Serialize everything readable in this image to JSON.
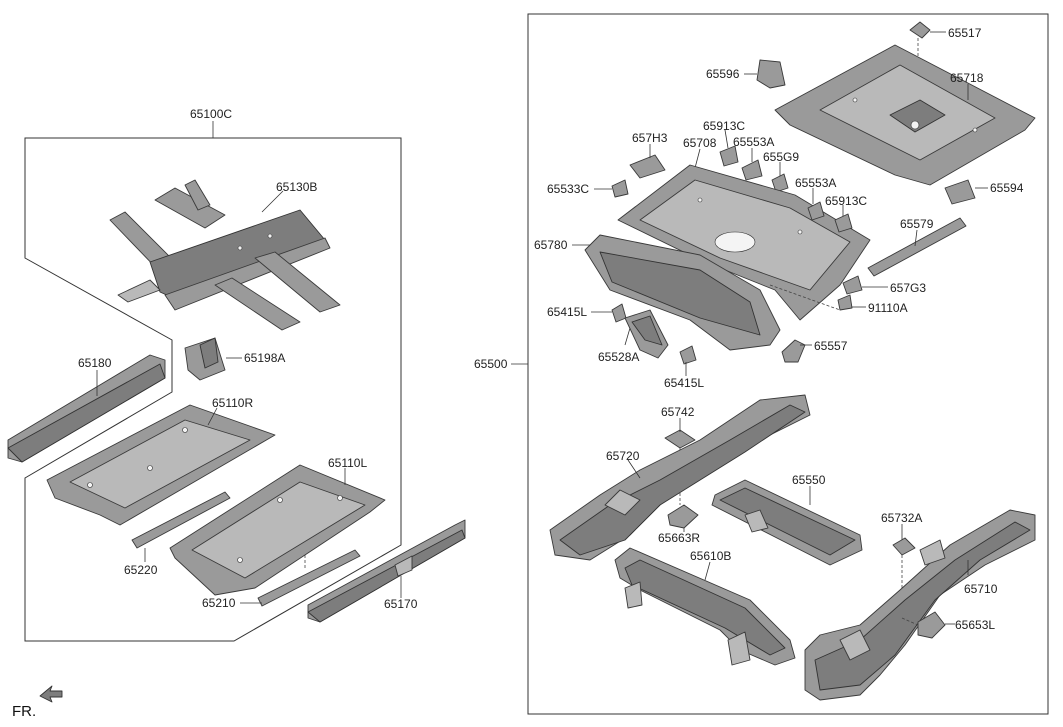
{
  "fr_label": "FR.",
  "group_labels": {
    "left_assembly": "65100C",
    "right_assembly": "65500"
  },
  "labels": {
    "p65130B": "65130B",
    "p65198A": "65198A",
    "p65180": "65180",
    "p65110R": "65110R",
    "p65110L": "65110L",
    "p65220": "65220",
    "p65210": "65210",
    "p65170": "65170",
    "p65517": "65517",
    "p65596": "65596",
    "p65718": "65718",
    "p657H3": "657H3",
    "p65913C_1": "65913C",
    "p65553A_1": "65553A",
    "p65708": "65708",
    "p655G9": "655G9",
    "p65533C": "65533C",
    "p65553A_2": "65553A",
    "p65594": "65594",
    "p65913C_2": "65913C",
    "p65579": "65579",
    "p65780": "65780",
    "p657G3": "657G3",
    "p91110A": "91110A",
    "p65415L_1": "65415L",
    "p65528A": "65528A",
    "p65557": "65557",
    "p65415L_2": "65415L",
    "p65742": "65742",
    "p65720": "65720",
    "p65550": "65550",
    "p65663R": "65663R",
    "p65732A": "65732A",
    "p65610B": "65610B",
    "p65710": "65710",
    "p65653L": "65653L"
  }
}
